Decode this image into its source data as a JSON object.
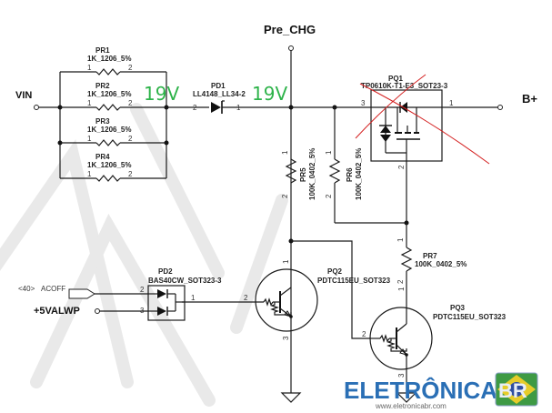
{
  "schematic": {
    "nets": {
      "vin": "VIN",
      "pre_chg": "Pre_CHG",
      "b_plus": "B+",
      "acoff_ref": "<40>",
      "acoff": "ACOFF",
      "v5alwp": "+5VALWP"
    },
    "voltage_annotations": {
      "left": "19V",
      "right": "19V",
      "color": "#2eb34a"
    },
    "components": {
      "PR1": {
        "ref": "PR1",
        "value": "1K_1206_5%",
        "pin1": "1",
        "pin2": "2"
      },
      "PR2": {
        "ref": "PR2",
        "value": "1K_1206_5%",
        "pin1": "1",
        "pin2": "2"
      },
      "PR3": {
        "ref": "PR3",
        "value": "1K_1206_5%",
        "pin1": "1",
        "pin2": "2"
      },
      "PR4": {
        "ref": "PR4",
        "value": "1K_1206_5%",
        "pin1": "1",
        "pin2": "2"
      },
      "PD1": {
        "ref": "PD1",
        "value": "LL4148_LL34-2",
        "pin_a": "2",
        "pin_k": "1"
      },
      "PQ1": {
        "ref": "PQ1",
        "value": "TP0610K-T1-E3_SOT23-3",
        "pin_s": "3",
        "pin_d": "1",
        "pin_g": "2"
      },
      "PR5": {
        "ref": "PR5",
        "value": "100K_0402_5%",
        "pin1": "1",
        "pin2": "2"
      },
      "PR6": {
        "ref": "PR6",
        "value": "100K_0402_5%",
        "pin1": "1",
        "pin2": "2"
      },
      "PR7": {
        "ref": "PR7",
        "value": "100K_0402_5%",
        "pin1": "1",
        "pin2": "2"
      },
      "PD2": {
        "ref": "PD2",
        "value": "BAS40CW_SOT323-3",
        "pin_a1": "2",
        "pin_a2": "3",
        "pin_k": "1"
      },
      "PQ2": {
        "ref": "PQ2",
        "value": "PDTC115EU_SOT323",
        "pin_c": "1",
        "pin_b": "2",
        "pin_e": "3"
      },
      "PQ3": {
        "ref": "PQ3",
        "value": "PDTC115EU_SOT323",
        "pin_c": "1",
        "pin_b": "2",
        "pin_e": "3"
      }
    },
    "markup": {
      "crossed_out": "PQ1",
      "color": "#d42020"
    },
    "logo": {
      "text": "ELETRÔNICA",
      "badge": "BR",
      "url": "www.eletronicabr.com",
      "color": "#2a6fb5"
    }
  }
}
